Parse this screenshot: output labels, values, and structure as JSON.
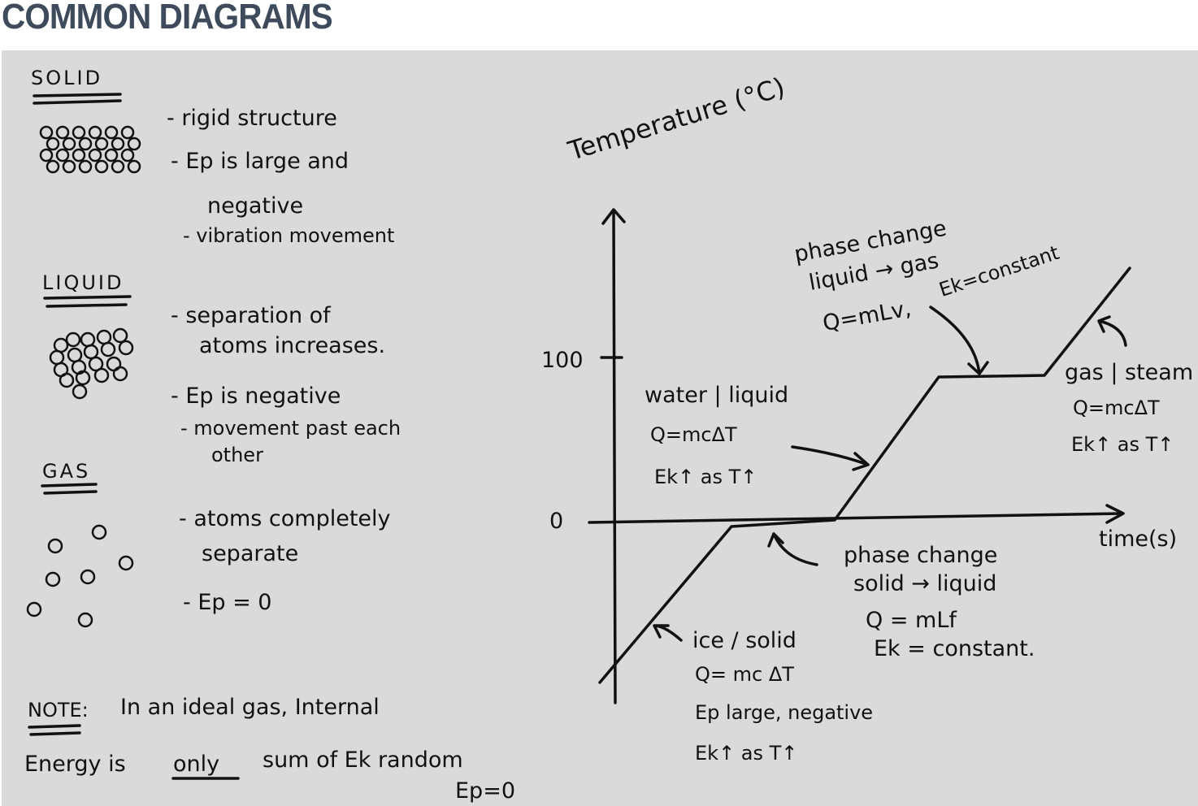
{
  "title": "COMMON DIAGRAMS",
  "left": {
    "solid": {
      "heading": "SOLID",
      "points": [
        "- rigid structure",
        "- Ep is large and",
        "negative",
        "- vibration movement"
      ]
    },
    "liquid": {
      "heading": "LIQUID",
      "points": [
        "- separation of",
        "atoms increases.",
        "- Ep is negative",
        "- movement past each",
        "other"
      ]
    },
    "gas": {
      "heading": "GAS",
      "points": [
        "- atoms completely",
        "separate",
        "- Ep = 0"
      ]
    },
    "note": {
      "label": "NOTE:",
      "line1": "In an ideal gas, Internal",
      "line2_a": "Energy is",
      "line2_only": "only",
      "line2_b": "sum of Ek random",
      "line3": "Ep=0"
    }
  },
  "graph": {
    "ylabel": "Temperature (°C)",
    "xlabel": "time(s)",
    "yticks": [
      "100",
      "0"
    ],
    "annotations": {
      "ice": [
        "ice / solid",
        "Q= mc ΔT",
        "Ep large, negative",
        "Ek↑ as T↑"
      ],
      "melt": [
        "phase change",
        "solid → liquid",
        "Q = mLf",
        "Ek = constant."
      ],
      "water": [
        "water | liquid",
        "Q=mcΔT",
        "Ek↑ as T↑"
      ],
      "boil": [
        "phase change",
        "liquid → gas",
        "Q=mLv,",
        "Ek=constant"
      ],
      "steam": [
        "gas | steam",
        "Q=mcΔT",
        "Ek↑ as T↑"
      ]
    }
  }
}
